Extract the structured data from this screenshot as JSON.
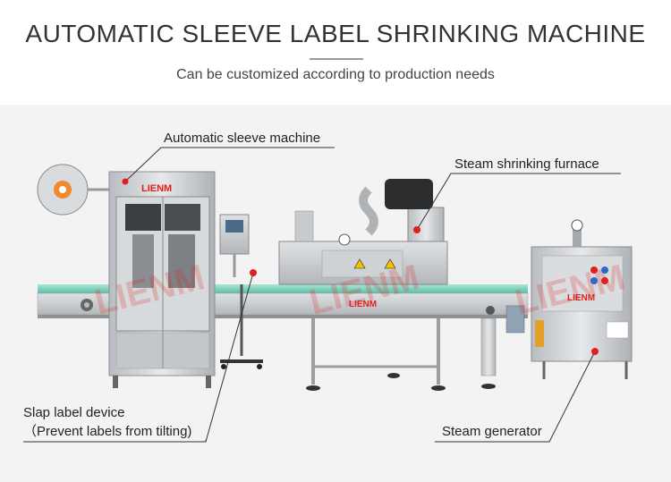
{
  "header": {
    "title": "AUTOMATIC SLEEVE LABEL SHRINKING MACHINE",
    "subtitle": "Can be customized according to production needs"
  },
  "callouts": {
    "sleeve_machine": "Automatic sleeve machine",
    "steam_furnace": "Steam shrinking furnace",
    "slap_label_line1": "Slap label device",
    "slap_label_line2": "（Prevent labels from tilting)",
    "steam_generator": "Steam generator"
  },
  "branding": {
    "logo_text": "LIENM",
    "watermark_text": "LIENM"
  },
  "colors": {
    "accent_red": "#e0201c",
    "conveyor_green": "#7fd3c0",
    "steel": "#c9cccf",
    "background": "#f3f3f3"
  }
}
